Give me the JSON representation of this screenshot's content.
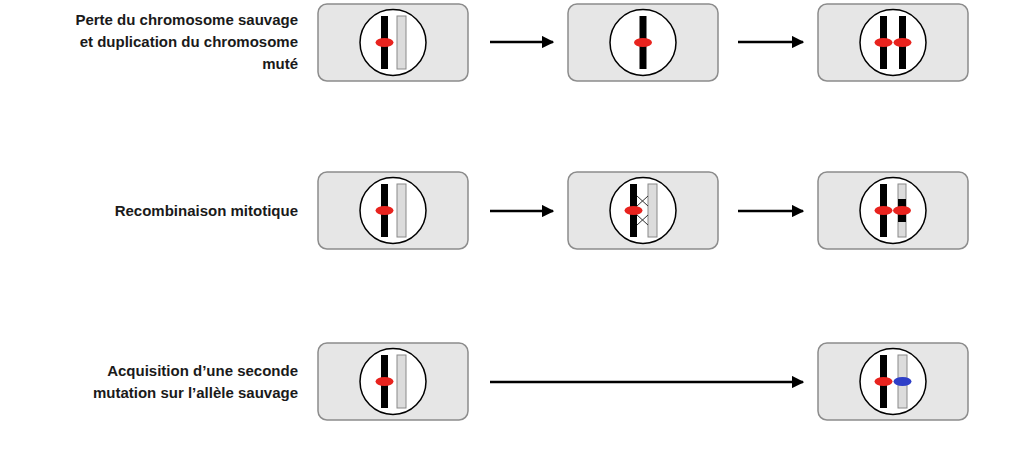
{
  "diagram": {
    "labels": [
      "Perte du chromosome sauvage et duplication du chromosome muté",
      "Recombinaison mitotique",
      "Acquisition d’une seconde mutation sur l’allèle sauvage"
    ]
  }
}
